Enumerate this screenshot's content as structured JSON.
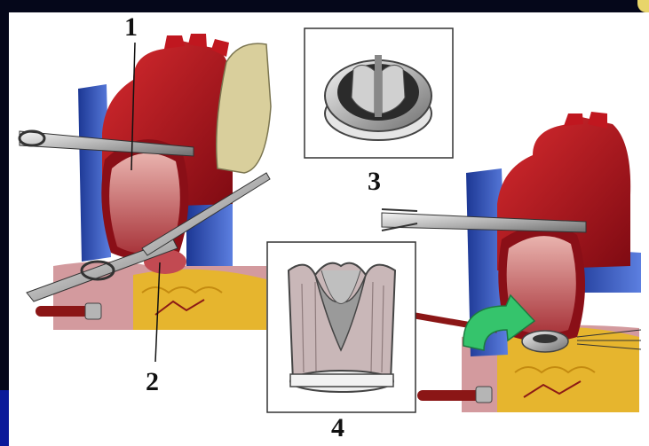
{
  "labels": {
    "one": "1",
    "two": "2",
    "three": "3",
    "four": "4"
  },
  "colors": {
    "background": "#05071a",
    "aorta_red": "#b3121c",
    "vein_blue": "#2e4fb8",
    "fat_yellow": "#e8b92c",
    "muscle_pink": "#d9a0a3",
    "arrow_green": "#2fc46b"
  },
  "icons": [
    "scissors-icon",
    "forceps-icon",
    "mechanical-valve-icon",
    "bioprosthetic-valve-icon",
    "curved-arrow-icon"
  ]
}
